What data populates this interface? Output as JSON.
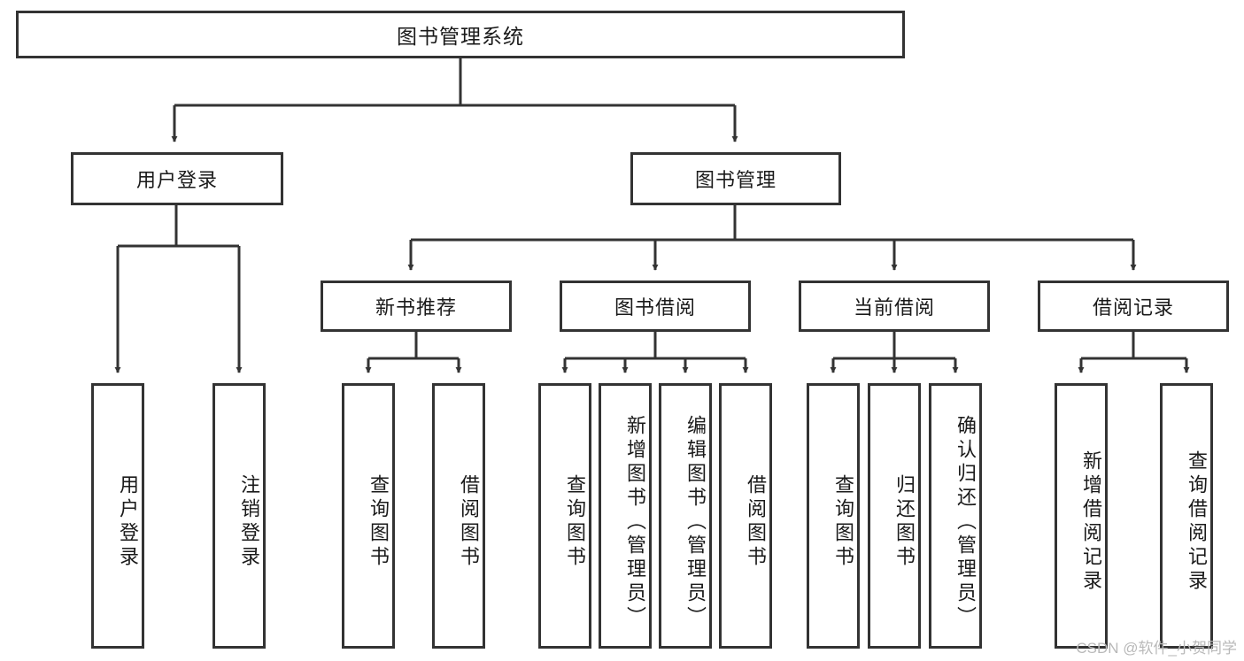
{
  "diagram": {
    "type": "tree-hierarchy",
    "title": "图书管理系统",
    "watermark": "CSDN @软件_小贺同学",
    "colors": {
      "stroke": "#333333",
      "fill": "#ffffff",
      "text": "#1a1a1a",
      "watermark": "#b9b9b9"
    }
  },
  "nodes": {
    "root": {
      "label": "图书管理系统",
      "level": 0
    },
    "level1": [
      {
        "id": "user-login",
        "label": "用户登录"
      },
      {
        "id": "book-management",
        "label": "图书管理"
      }
    ],
    "level2": [
      {
        "id": "new-book-recommend",
        "label": "新书推荐",
        "parent": "book-management"
      },
      {
        "id": "book-borrow",
        "label": "图书借阅",
        "parent": "book-management"
      },
      {
        "id": "current-borrow",
        "label": "当前借阅",
        "parent": "book-management"
      },
      {
        "id": "borrow-record",
        "label": "借阅记录",
        "parent": "book-management"
      }
    ],
    "leaves": {
      "user-login": [
        {
          "id": "leaf-user-login",
          "label": "用户登录"
        },
        {
          "id": "leaf-logout-login",
          "label": "注销登录"
        }
      ],
      "new-book-recommend": [
        {
          "id": "leaf-query-book-1",
          "label": "查询图书"
        },
        {
          "id": "leaf-borrow-book-1",
          "label": "借阅图书"
        }
      ],
      "book-borrow": [
        {
          "id": "leaf-query-book-2",
          "label": "查询图书"
        },
        {
          "id": "leaf-add-book",
          "label": "新增图书（管理员）"
        },
        {
          "id": "leaf-edit-book",
          "label": "编辑图书（管理员）"
        },
        {
          "id": "leaf-borrow-book-2",
          "label": "借阅图书"
        }
      ],
      "current-borrow": [
        {
          "id": "leaf-query-book-3",
          "label": "查询图书"
        },
        {
          "id": "leaf-return-book",
          "label": "归还图书"
        },
        {
          "id": "leaf-confirm-return",
          "label": "确认归还（管理员）"
        }
      ],
      "borrow-record": [
        {
          "id": "leaf-add-record",
          "label": "新增借阅记录"
        },
        {
          "id": "leaf-query-record",
          "label": "查询借阅记录"
        }
      ]
    }
  }
}
